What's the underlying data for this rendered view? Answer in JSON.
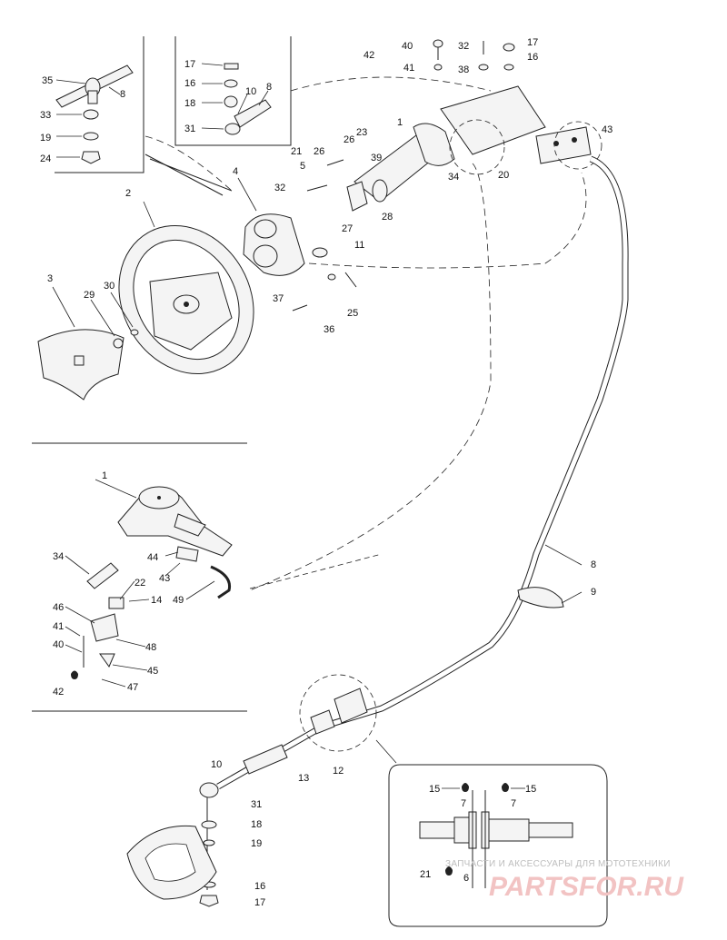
{
  "callouts": {
    "c_top1": "1",
    "c_top2": "2",
    "c_top3": "3",
    "c_top4": "4",
    "c_top5": "5",
    "c_top8a": "8",
    "c_top8b": "8",
    "c_top10": "10",
    "c_top11": "11",
    "c_top16a": "16",
    "c_top16b": "16",
    "c_top17a": "17",
    "c_top17b": "17",
    "c_top18": "18",
    "c_top19": "19",
    "c_top20": "20",
    "c_top21": "21",
    "c_top23": "23",
    "c_top24": "24",
    "c_top25": "25",
    "c_top26a": "26",
    "c_top26b": "26",
    "c_top27": "27",
    "c_top28": "28",
    "c_top29": "29",
    "c_top30": "30",
    "c_top31": "31",
    "c_top32a": "32",
    "c_top32b": "32",
    "c_top33": "33",
    "c_top34": "34",
    "c_top35": "35",
    "c_top36": "36",
    "c_top37": "37",
    "c_top38": "38",
    "c_top39": "39",
    "c_top40": "40",
    "c_top41": "41",
    "c_top42": "42",
    "c_top43": "43",
    "c_mid1": "1",
    "c_mid34": "34",
    "c_mid44": "44",
    "c_mid43": "43",
    "c_mid49": "49",
    "c_mid22": "22",
    "c_mid14": "14",
    "c_mid46": "46",
    "c_mid41": "41",
    "c_mid48": "48",
    "c_mid40": "40",
    "c_mid45": "45",
    "c_mid42": "42",
    "c_mid47": "47",
    "c_r8": "8",
    "c_r9": "9",
    "c_bot10": "10",
    "c_bot13": "13",
    "c_bot12": "12",
    "c_bot31": "31",
    "c_bot18": "18",
    "c_bot19": "19",
    "c_bot16": "16",
    "c_bot17": "17",
    "c_in15a": "15",
    "c_in15b": "15",
    "c_in7a": "7",
    "c_in7b": "7",
    "c_in21": "21",
    "c_in6": "6"
  },
  "watermark": {
    "subtitle": "ЗАПЧАСТИ И АКСЕССУАРЫ ДЛЯ МОТОТЕХНИКИ",
    "logo": "PARTSFOR.RU"
  }
}
